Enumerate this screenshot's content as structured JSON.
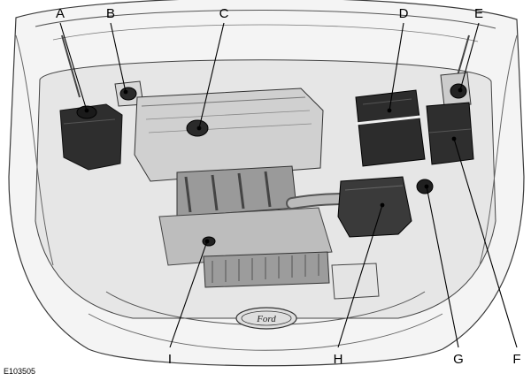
{
  "figure_id": "E103505",
  "callouts": {
    "A": "A",
    "B": "B",
    "C": "C",
    "D": "D",
    "E": "E",
    "F": "F",
    "G": "G",
    "H": "H",
    "I": "I"
  },
  "logo_text": "Ford",
  "colors": {
    "body": "#f2f2f2",
    "line": "#3a3a3a",
    "part_dark": "#2b2b2b",
    "part_mid": "#8a8a8a",
    "part_light": "#cfcfcf"
  }
}
